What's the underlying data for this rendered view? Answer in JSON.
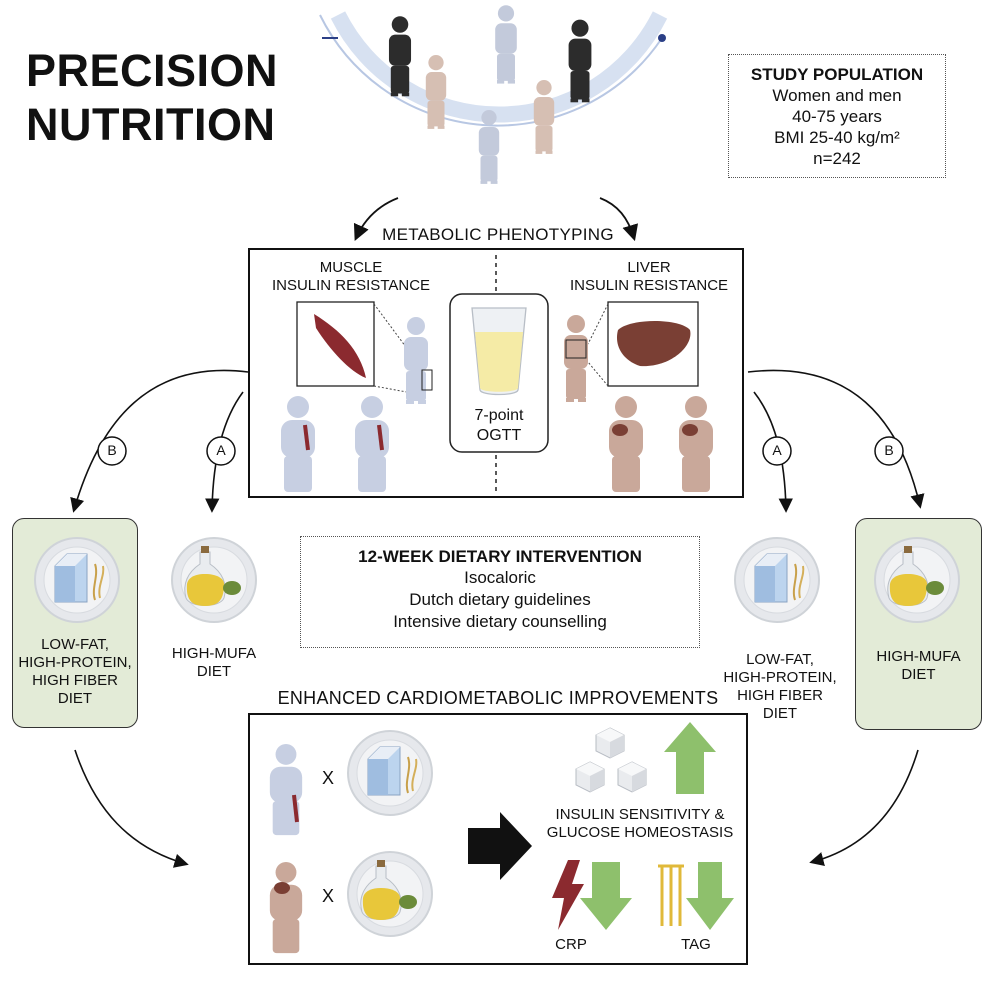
{
  "title_lines": [
    "PRECISION",
    "NUTRITION"
  ],
  "study_population": {
    "heading": "STUDY POPULATION",
    "lines": [
      "Women and men",
      "40-75 years",
      "BMI 25-40 kg/m²",
      "n=242"
    ]
  },
  "phenotyping": {
    "heading": "METABOLIC PHENOTYPING",
    "muscle_label": [
      "MUSCLE",
      "INSULIN RESISTANCE"
    ],
    "liver_label": [
      "LIVER",
      "INSULIN RESISTANCE"
    ],
    "ogtt_label": [
      "7-point",
      "OGTT"
    ]
  },
  "branch_labels": {
    "a": "A",
    "b": "B"
  },
  "diets": {
    "low_fat": [
      "LOW-FAT,",
      "HIGH-PROTEIN,",
      "HIGH FIBER",
      "DIET"
    ],
    "high_mufa": [
      "HIGH-MUFA",
      "DIET"
    ]
  },
  "intervention": {
    "heading": "12-WEEK DIETARY INTERVENTION",
    "lines": [
      "Isocaloric",
      "Dutch dietary guidelines",
      "Intensive dietary counselling"
    ]
  },
  "improvements": {
    "heading": "ENHANCED CARDIOMETABOLIC IMPROVEMENTS",
    "times_symbol": "X",
    "insulin_label": [
      "INSULIN SENSITIVITY &",
      "GLUCOSE HOMEOSTASIS"
    ],
    "crp_label": "CRP",
    "tag_label": "TAG"
  },
  "colors": {
    "green_box": "#e3ebd7",
    "arrow_green": "#8ec06c",
    "circle_blue": "#c9d5ea",
    "muscle_red": "#8b2a2f",
    "liver_brown": "#7a3f34"
  }
}
